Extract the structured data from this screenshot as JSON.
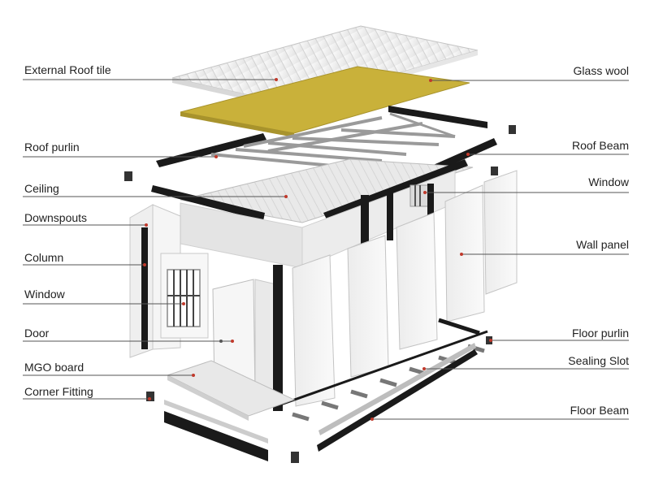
{
  "diagram": {
    "labels_left": [
      {
        "id": "external-roof-tile",
        "text": "External Roof tile"
      },
      {
        "id": "roof-purlin",
        "text": "Roof purlin"
      },
      {
        "id": "ceiling",
        "text": "Ceiling"
      },
      {
        "id": "downspouts",
        "text": "Downspouts"
      },
      {
        "id": "column",
        "text": "Column"
      },
      {
        "id": "window-left",
        "text": "Window"
      },
      {
        "id": "door",
        "text": "Door"
      },
      {
        "id": "mgo-board",
        "text": "MGO board"
      },
      {
        "id": "corner-fitting",
        "text": "Corner Fitting"
      }
    ],
    "labels_right": [
      {
        "id": "glass-wool",
        "text": "Glass wool"
      },
      {
        "id": "roof-beam",
        "text": "Roof Beam"
      },
      {
        "id": "window-right",
        "text": "Window"
      },
      {
        "id": "wall-panel",
        "text": "Wall panel"
      },
      {
        "id": "floor-purlin",
        "text": "Floor purlin"
      },
      {
        "id": "sealing-slot",
        "text": "Sealing Slot"
      },
      {
        "id": "floor-beam",
        "text": "Floor Beam"
      }
    ],
    "colors": {
      "beam": "#1a1a1a",
      "panel": "#f2f2f2",
      "panel_edge": "#bdbdbd",
      "glass_wool": "#c9b13a",
      "leader_line": "#555555",
      "leader_dot": "#c0392b"
    }
  }
}
